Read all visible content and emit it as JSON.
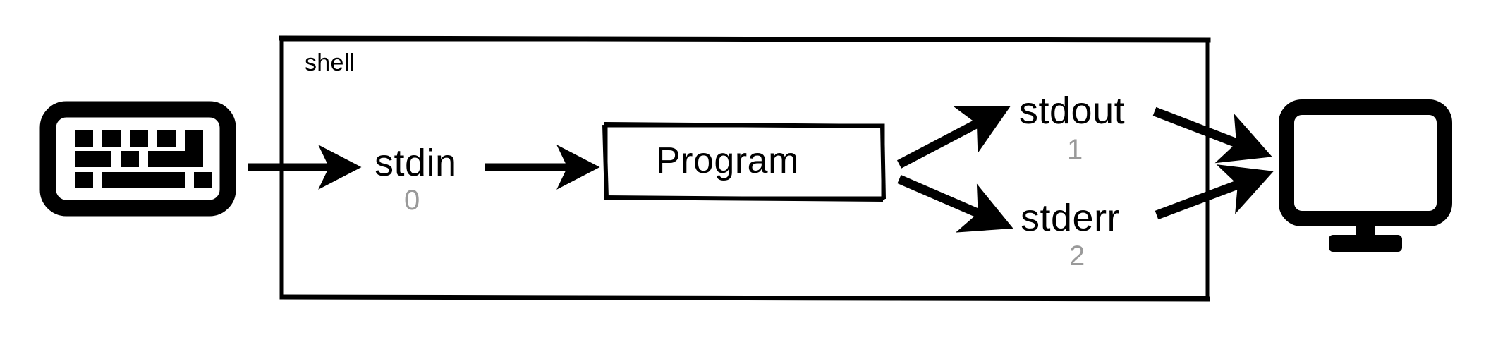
{
  "diagram": {
    "title": "shell",
    "container": {
      "label": "shell",
      "name": "shell-box"
    },
    "nodes": [
      {
        "id": "keyboard",
        "icon": "keyboard-icon",
        "label": ""
      },
      {
        "id": "stdin",
        "label": "stdin",
        "fd": "0"
      },
      {
        "id": "program",
        "label": "Program"
      },
      {
        "id": "stdout",
        "label": "stdout",
        "fd": "1"
      },
      {
        "id": "stderr",
        "label": "stderr",
        "fd": "2"
      },
      {
        "id": "monitor",
        "icon": "monitor-icon",
        "label": ""
      }
    ],
    "edges": [
      {
        "from": "keyboard",
        "to": "stdin"
      },
      {
        "from": "stdin",
        "to": "program"
      },
      {
        "from": "program",
        "to": "stdout"
      },
      {
        "from": "program",
        "to": "stderr"
      },
      {
        "from": "stdout",
        "to": "monitor"
      },
      {
        "from": "stderr",
        "to": "monitor"
      }
    ],
    "colors": {
      "stroke": "#000000",
      "fd_text": "#9a9a9a",
      "background": "#ffffff"
    }
  }
}
